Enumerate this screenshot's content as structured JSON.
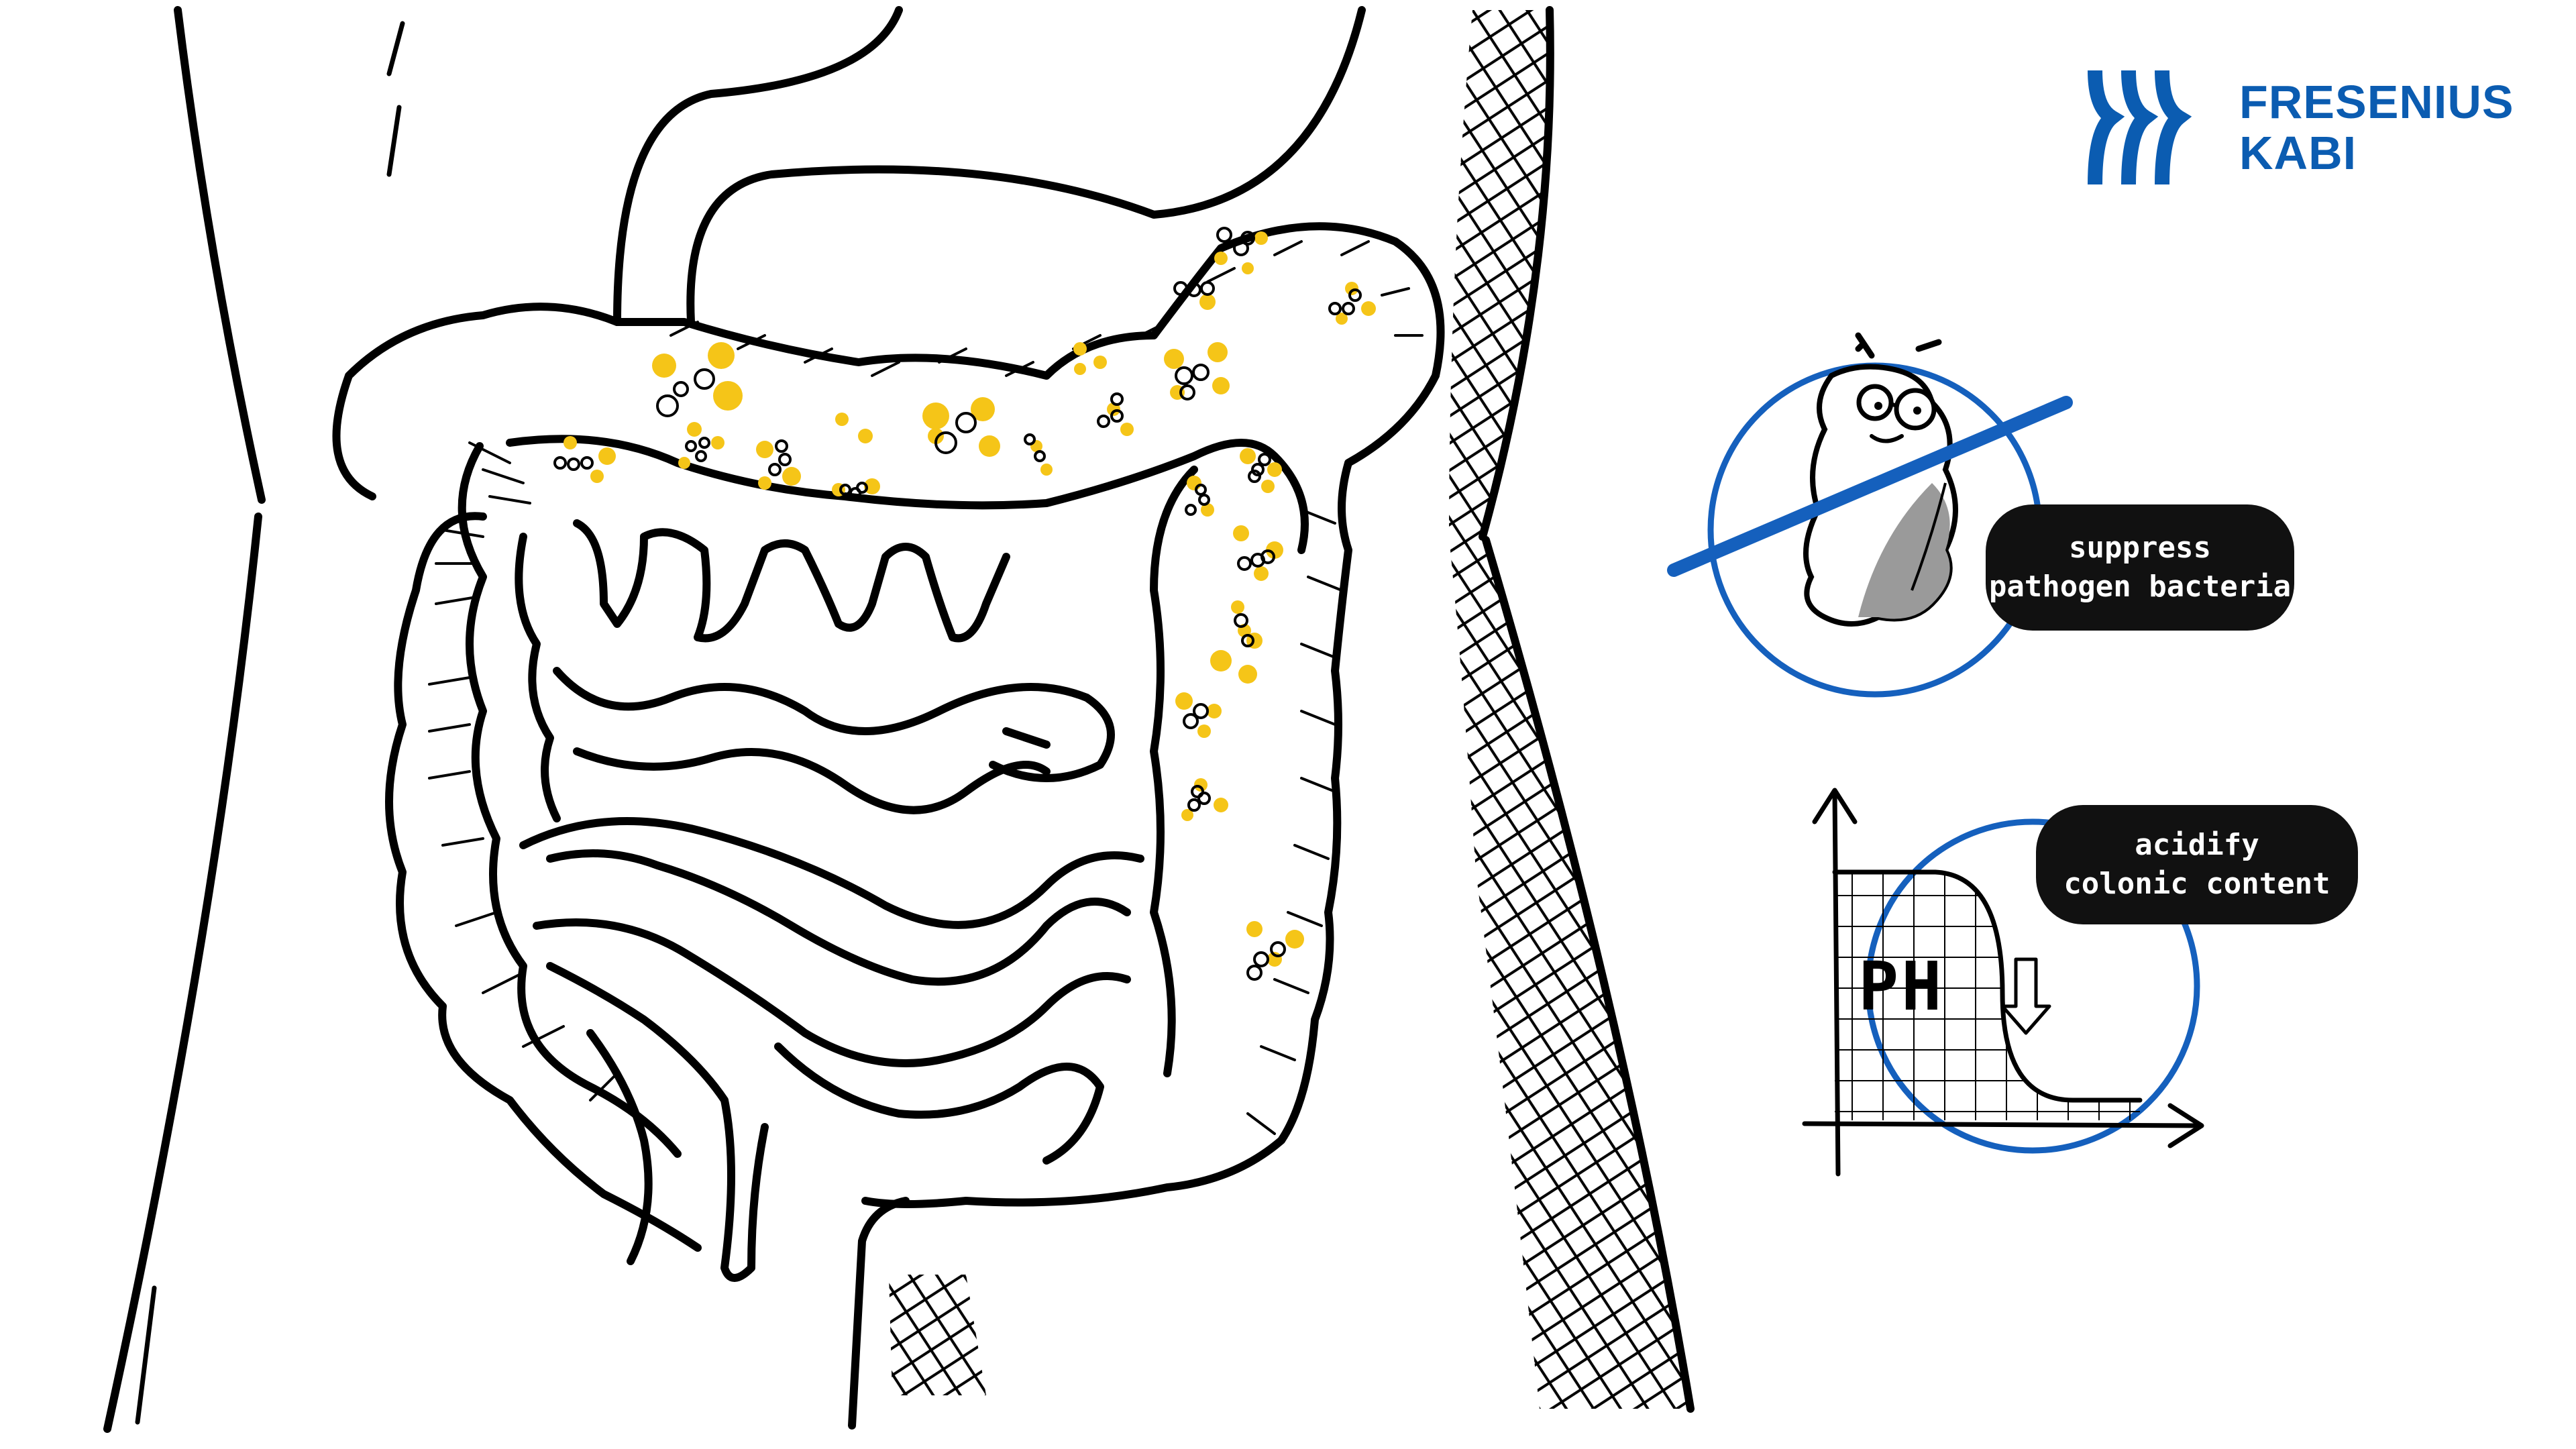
{
  "brand": {
    "line1": "FRESENIUS",
    "line2": "KABI",
    "color": "#0b5cb1",
    "logo_icon": "fresenius-waves-icon"
  },
  "callouts": {
    "suppress": {
      "line1": "suppress",
      "line2": "pathogen bacteria"
    },
    "acidify": {
      "line1": "acidify",
      "line2": "colonic content"
    }
  },
  "chart": {
    "axis_label": "PH"
  },
  "colors": {
    "ink": "#000000",
    "accent_circle": "#1560bd",
    "bubble": "#f5c518",
    "pill_bg": "#111111",
    "pill_text": "#ffffff"
  },
  "icons": {
    "bacteria": "bacteria-icon",
    "no_sign": "prohibited-icon",
    "down_arrow": "arrow-down-icon"
  }
}
